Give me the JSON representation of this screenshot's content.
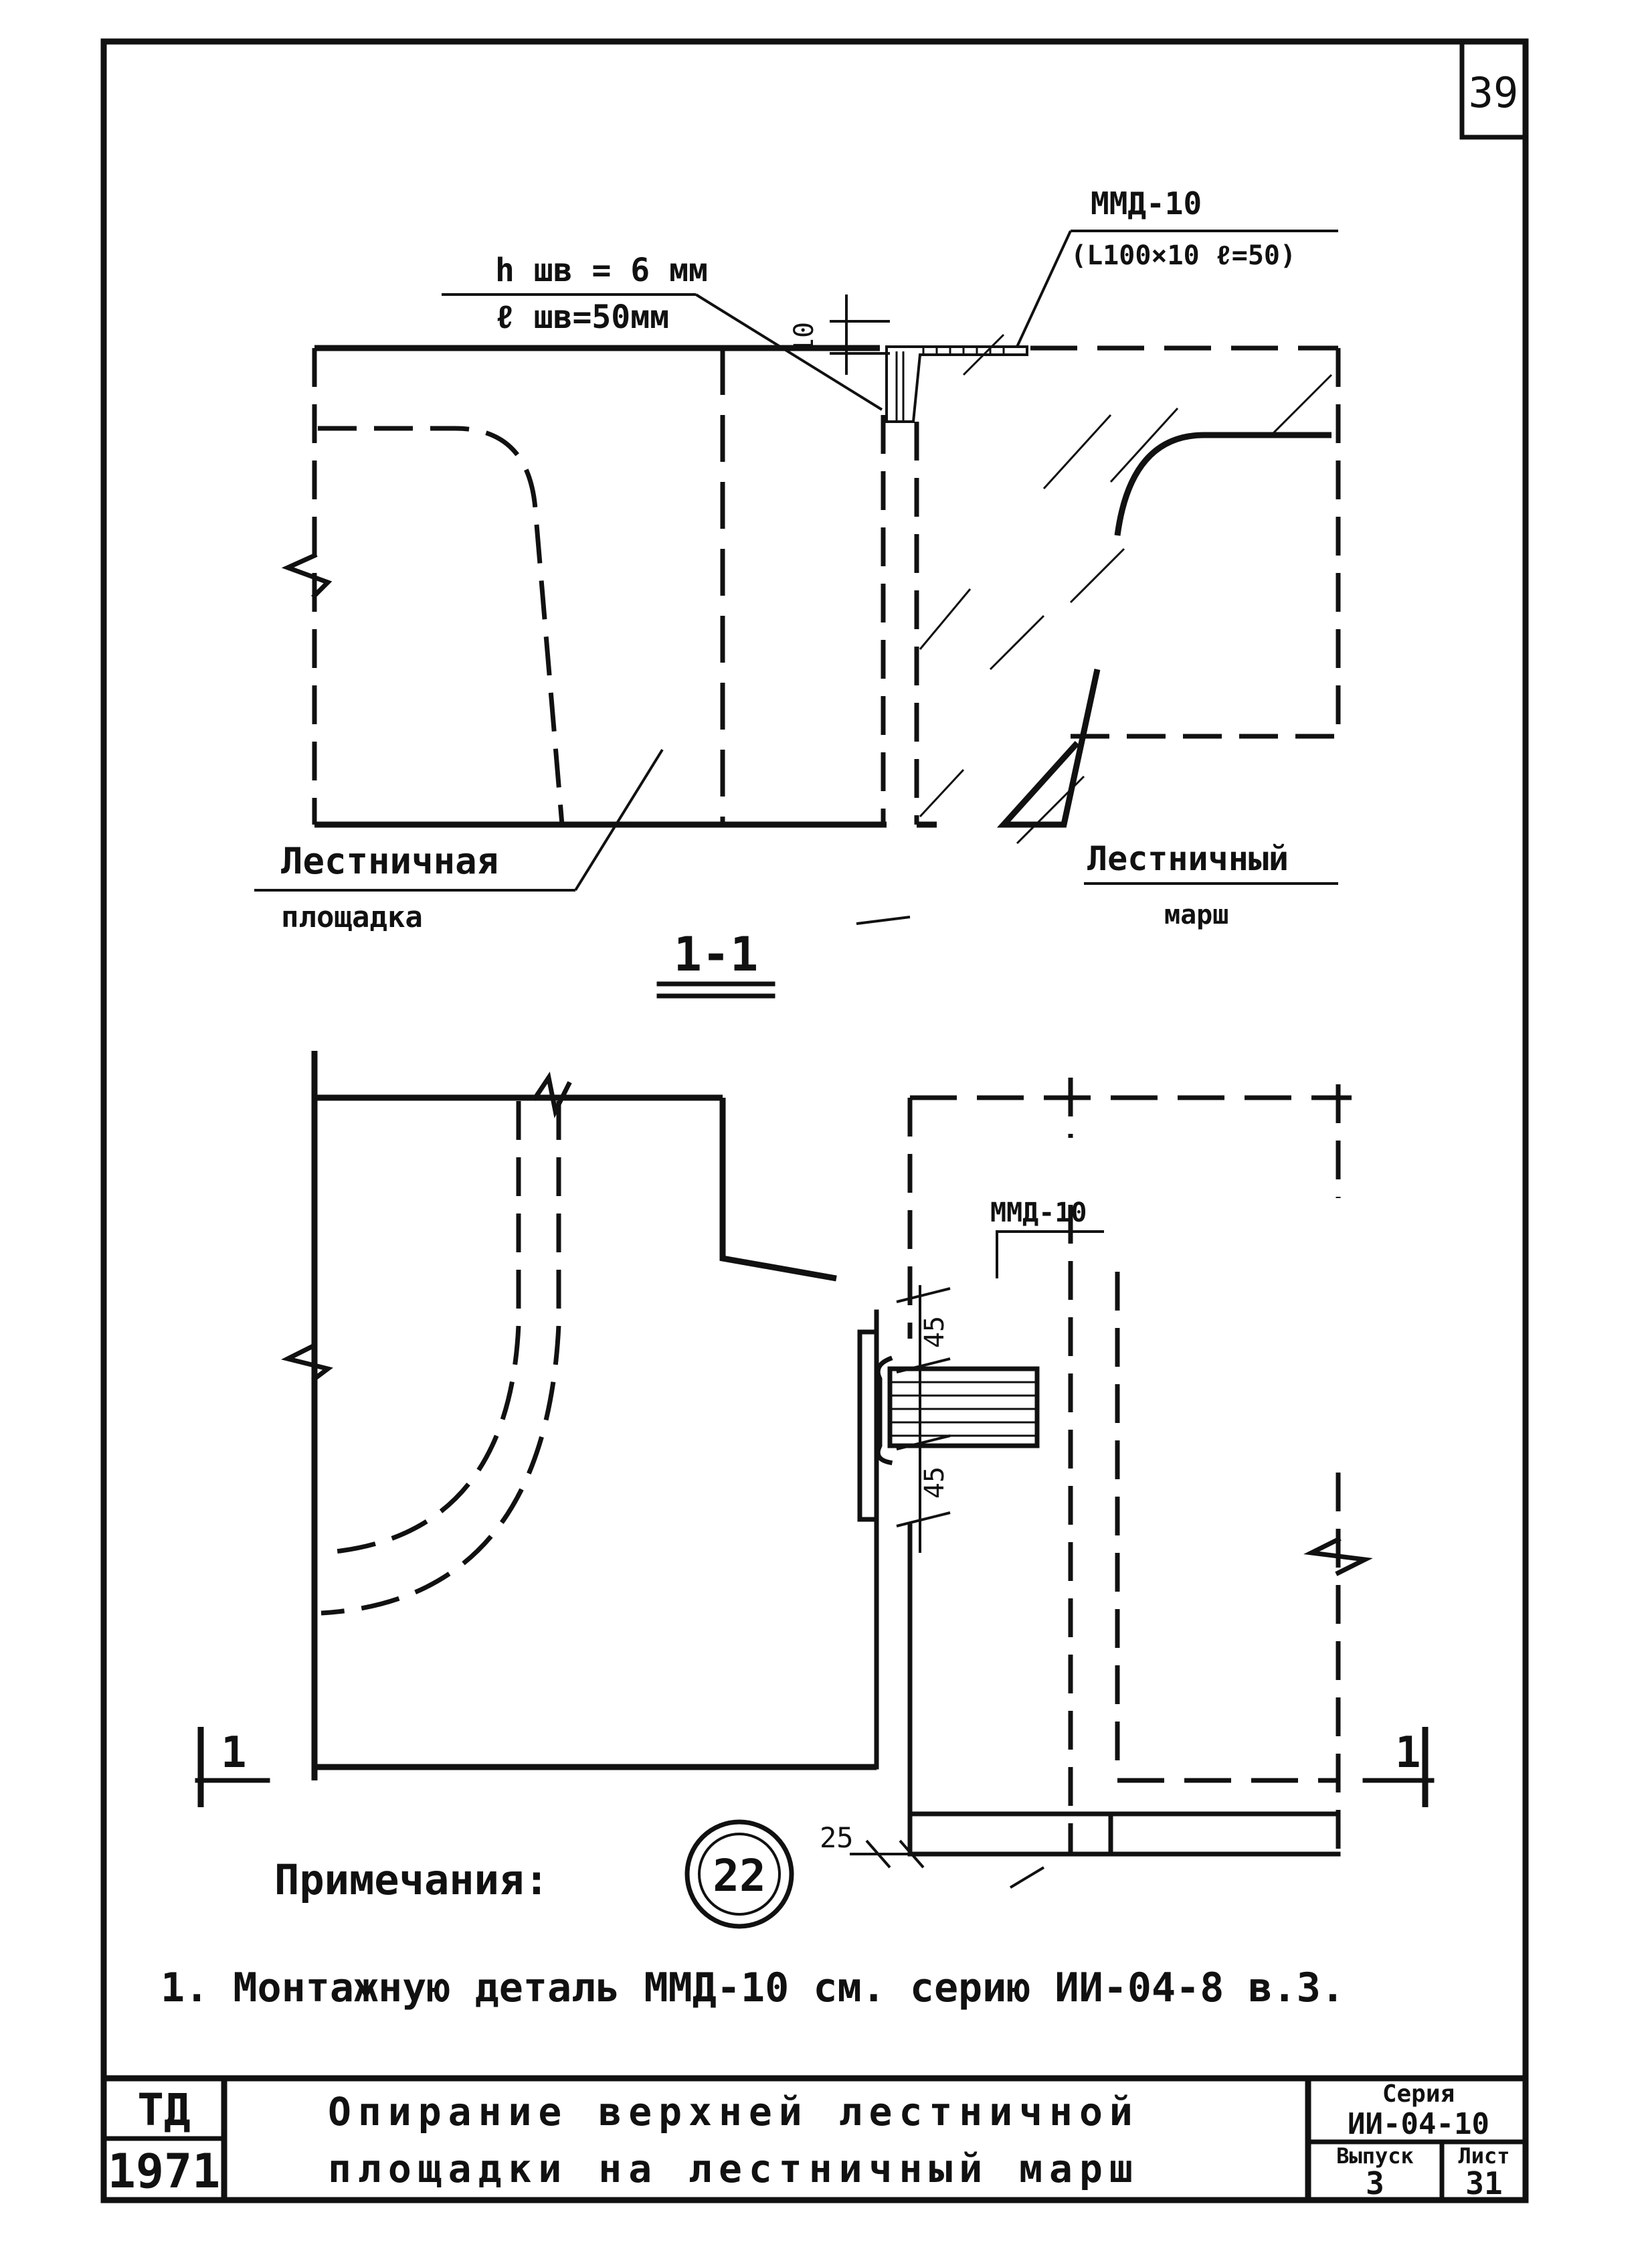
{
  "page_number": "39",
  "detail_top": {
    "weld_height": "h шв = 6 мм",
    "weld_length": "ℓ шв=50мм",
    "dim_10": "10",
    "part_name": "ММД-10",
    "part_spec": "(L100×10 ℓ=50)",
    "landing_label": "Лестничная",
    "landing_label2": "площадка",
    "flight_label": "Лестничный",
    "flight_label2": "марш",
    "section_label": "1-1"
  },
  "detail_bottom": {
    "part_ref": "ММД-10",
    "dim_45_top": "45",
    "dim_45_bottom": "45",
    "dim_25": "25",
    "cut_left": "1",
    "cut_right": "1"
  },
  "notes": {
    "heading": "Примечания:",
    "node_number": "22",
    "note_1": "1. Монтажную деталь ММД-10 см. серию ИИ-04-8 в.3."
  },
  "title_block": {
    "org": "ТД",
    "year": "1971",
    "title_line1": "Опирание верхней лестничной",
    "title_line2": "площадки на лестничный марш",
    "series_label": "Серия",
    "series_value": "ИИ-04-10",
    "issue_label": "Выпуск",
    "issue_value": "3",
    "sheet_label": "Лист",
    "sheet_value": "31"
  }
}
